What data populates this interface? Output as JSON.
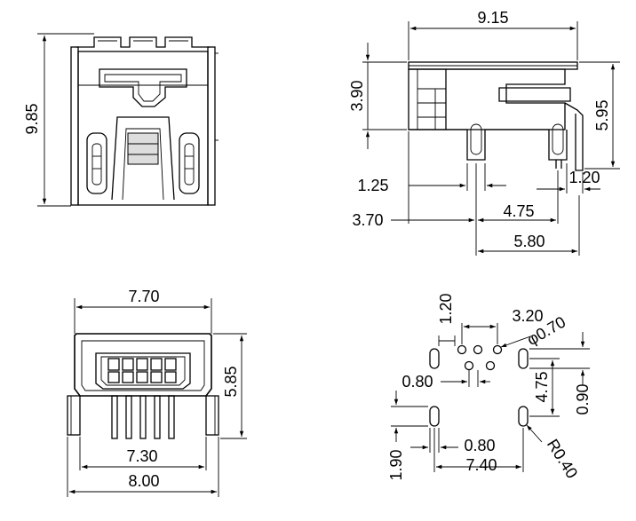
{
  "front_view": {
    "height_dim": "9.85"
  },
  "side_view": {
    "width_dim": "9.15",
    "body_height_dim": "3.90",
    "total_height_dim": "5.95",
    "pin_width_dim": "1.25",
    "rear_pin_dim": "1.20",
    "offset_dim": "3.70",
    "pin_spacing_dim": "4.75",
    "pin_span_dim": "5.80"
  },
  "bottom_view": {
    "outer_width_dim": "7.70",
    "height_dim": "5.85",
    "inner_width_dim": "7.30",
    "total_width_dim": "8.00"
  },
  "pcb_layout": {
    "top_offset_dim": "1.20",
    "pad_span_dim": "3.20",
    "hole_dia_dim": "φ0.70",
    "pitch_dim": "0.80",
    "pad_pitch_dim": "4.75",
    "pad_height_dim": "0.90",
    "slot_pitch_dim": "0.80",
    "slot_height_dim": "1.90",
    "slot_span_dim": "7.40",
    "radius_dim": "R0.40"
  }
}
